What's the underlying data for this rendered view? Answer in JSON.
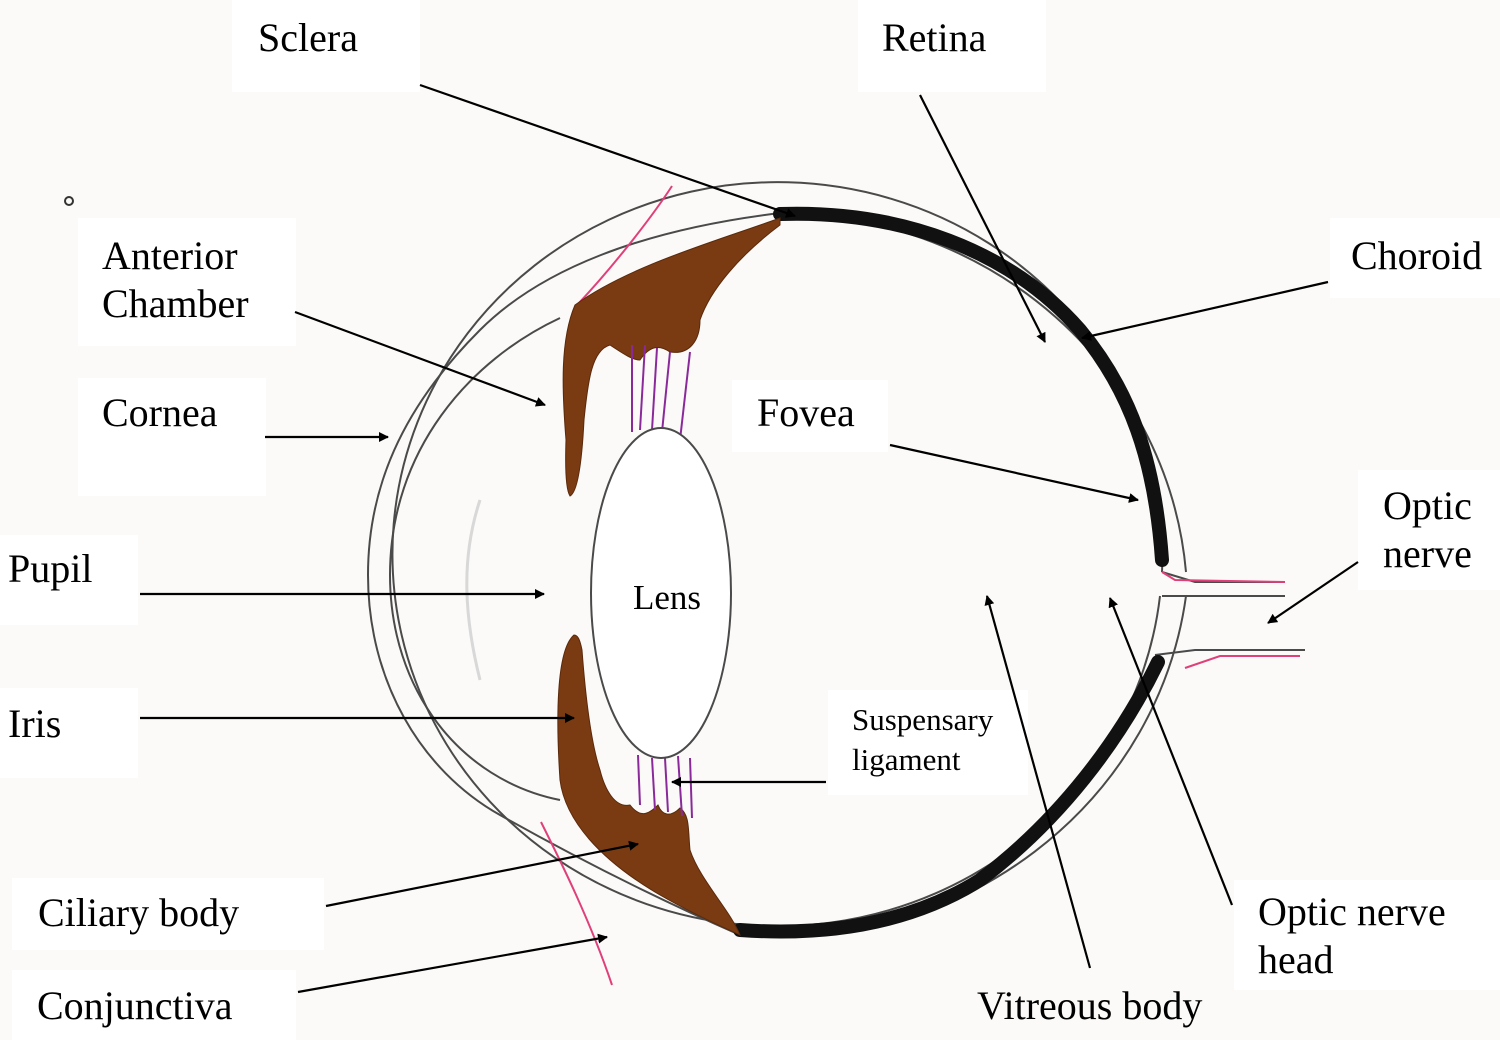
{
  "colors": {
    "background": "#fbfaf8",
    "outline": "#4a4a4a",
    "iris_brown": "#7a3a12",
    "choroid_black": "#111111",
    "ligament_purple": "#8a2a9a",
    "conjunctiva_pink": "#e0407a",
    "arrow": "#000000"
  },
  "labels": {
    "sclera": "Sclera",
    "retina": "Retina",
    "anterior_chamber": "Anterior\nChamber",
    "choroid": "Choroid",
    "cornea": "Cornea",
    "fovea": "Fovea",
    "optic_nerve": "Optic\nnerve",
    "pupil": "Pupil",
    "lens": "Lens",
    "iris": "Iris",
    "suspensary_ligament": "Suspensary\nligament",
    "ciliary_body": "Ciliary body",
    "optic_nerve_head": "Optic nerve\nhead",
    "conjunctiva": "Conjunctiva",
    "vitreous_body": "Vitreous body"
  }
}
